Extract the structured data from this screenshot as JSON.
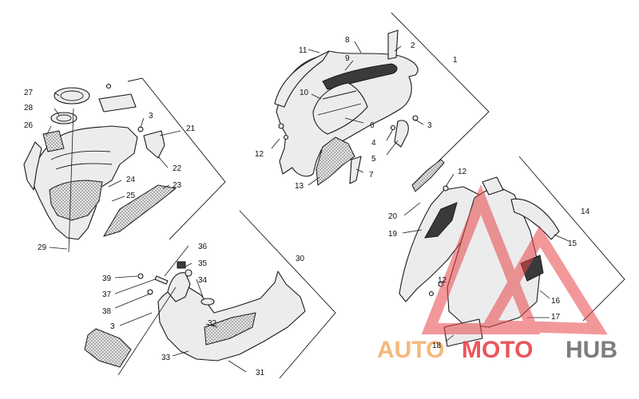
{
  "diagram": {
    "part_numbers": [
      {
        "id": "n1",
        "text": "1"
      },
      {
        "id": "n2",
        "text": "2"
      },
      {
        "id": "n3a",
        "text": "3"
      },
      {
        "id": "n4",
        "text": "4"
      },
      {
        "id": "n5",
        "text": "5"
      },
      {
        "id": "n6",
        "text": "6"
      },
      {
        "id": "n7",
        "text": "7"
      },
      {
        "id": "n8",
        "text": "8"
      },
      {
        "id": "n9",
        "text": "9"
      },
      {
        "id": "n10",
        "text": "10"
      },
      {
        "id": "n11",
        "text": "11"
      },
      {
        "id": "n12a",
        "text": "12"
      },
      {
        "id": "n13",
        "text": "13"
      },
      {
        "id": "n3b",
        "text": "3"
      },
      {
        "id": "n21",
        "text": "21"
      },
      {
        "id": "n22",
        "text": "22"
      },
      {
        "id": "n23",
        "text": "23"
      },
      {
        "id": "n24",
        "text": "24"
      },
      {
        "id": "n25",
        "text": "25"
      },
      {
        "id": "n26",
        "text": "26"
      },
      {
        "id": "n27",
        "text": "27"
      },
      {
        "id": "n28",
        "text": "28"
      },
      {
        "id": "n29",
        "text": "29"
      },
      {
        "id": "n12b",
        "text": "12"
      },
      {
        "id": "n14",
        "text": "14"
      },
      {
        "id": "n15",
        "text": "15"
      },
      {
        "id": "n16",
        "text": "16"
      },
      {
        "id": "n17",
        "text": "17"
      },
      {
        "id": "n18",
        "text": "18"
      },
      {
        "id": "n19",
        "text": "19"
      },
      {
        "id": "n20",
        "text": "20"
      },
      {
        "id": "n12c",
        "text": "12"
      },
      {
        "id": "n30",
        "text": "30"
      },
      {
        "id": "n31",
        "text": "31"
      },
      {
        "id": "n32",
        "text": "32"
      },
      {
        "id": "n33",
        "text": "33"
      },
      {
        "id": "n34",
        "text": "34"
      },
      {
        "id": "n35",
        "text": "35"
      },
      {
        "id": "n36",
        "text": "36"
      },
      {
        "id": "n37",
        "text": "37"
      },
      {
        "id": "n38",
        "text": "38"
      },
      {
        "id": "n39",
        "text": "39"
      },
      {
        "id": "n3c",
        "text": "3"
      }
    ]
  },
  "watermark": {
    "part1": "AUTO",
    "part2": "MOTO",
    "part3": "HUB",
    "color_orange": "#f5b87a",
    "color_red": "#e8454a",
    "color_gray": "#7d7d7d"
  }
}
